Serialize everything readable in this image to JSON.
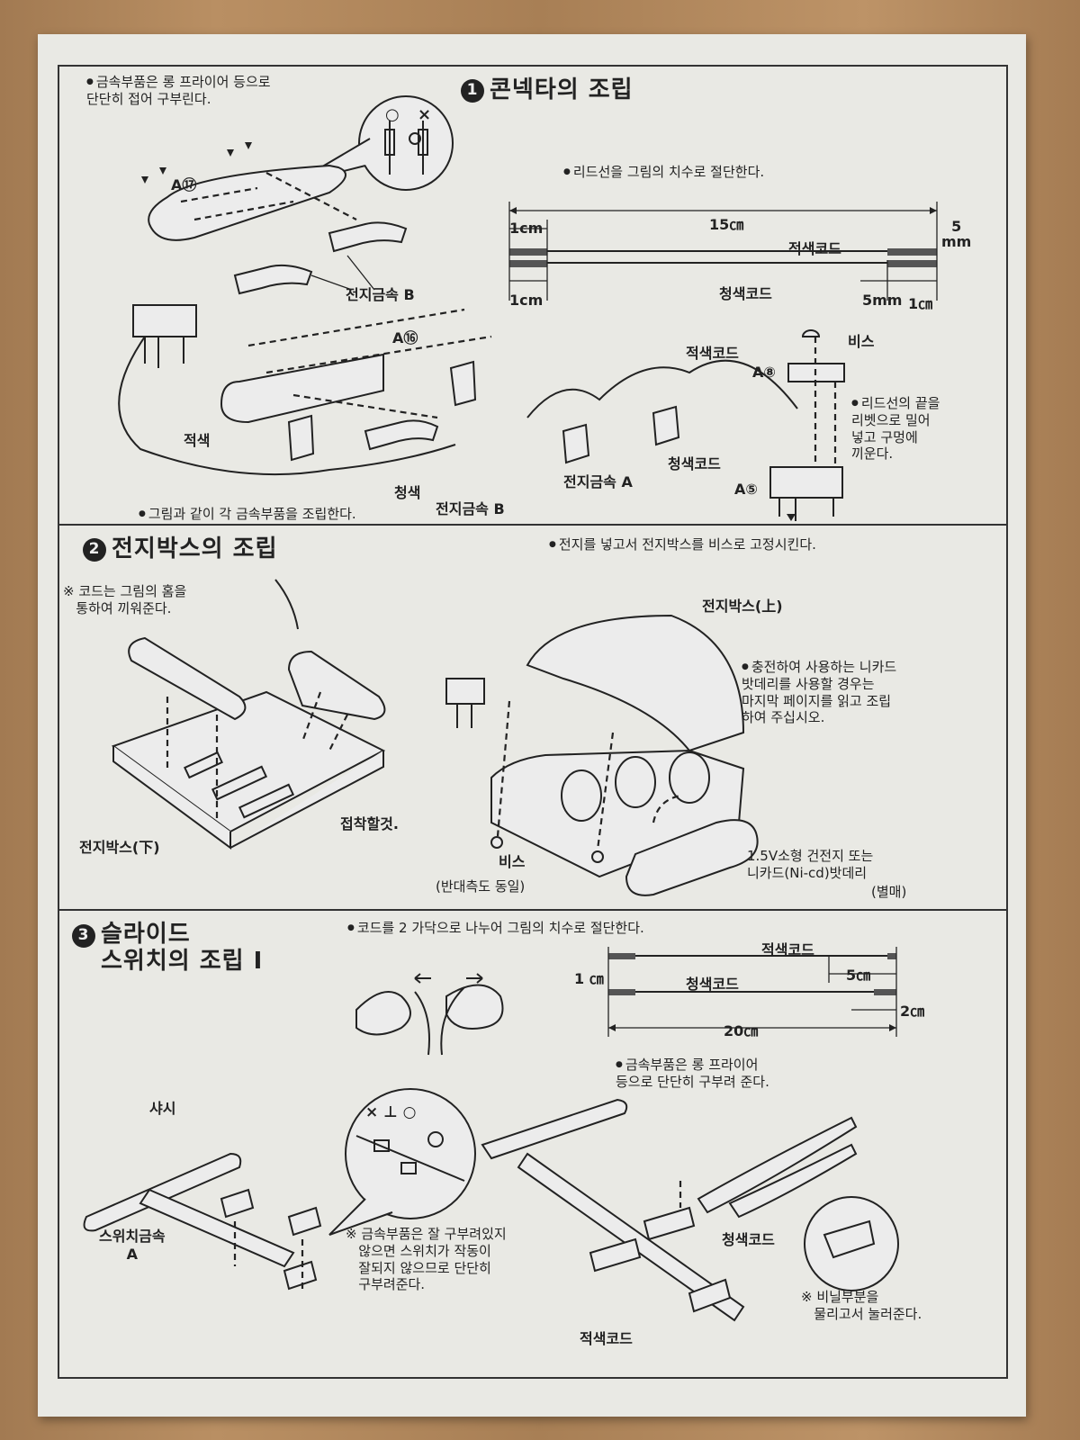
{
  "section1": {
    "number": "1",
    "title": "콘넥타의 조립",
    "note_bend": "금속부품은 롱 프라이어 등으로\n단단히 접어 구부린다.",
    "ok_mark": "○",
    "ng_mark": "×",
    "label_a17": "A⑰",
    "label_terminal_b_top": "전지금속 B",
    "note_cut": "리드선을 그림의 치수로 절단한다.",
    "dim_15cm": "15㎝",
    "dim_1cm_top": "1cm",
    "dim_5mm_top": "5\nmm",
    "label_red_cord_dim": "적색코드",
    "label_blue_cord_dim": "청색코드",
    "dim_1cm_bottom": "1cm",
    "dim_5mm_bottom": "5mm",
    "dim_1cm_right": "1㎝",
    "label_a16": "A⑯",
    "label_red": "적색",
    "label_blue": "청색",
    "label_terminal_b_bottom": "전지금속 B",
    "note_assemble": "그림과 같이 각 금속부품을 조립한다.",
    "label_red_cord_conn": "적색코드",
    "label_screw": "비스",
    "label_a8": "A⑧",
    "note_rivet": "리드선의 끝을\n리벳으로 밀어\n넣고 구멍에\n끼운다.",
    "label_blue_cord_conn": "청색코드",
    "label_terminal_a": "전지금속 A",
    "label_a5": "A⑤"
  },
  "section2": {
    "number": "2",
    "title": "전지박스의 조립",
    "note_screw": "전지를 넣고서 전지박스를 비스로 고정시킨다.",
    "note_groove": "※ 코드는 그림의 홈을\n   통하여 끼워준다.",
    "label_box_top": "전지박스(上)",
    "note_nicad": "충전하여 사용하는 니카드\n밧데리를 사용할 경우는\n마지막 페이지를 읽고 조립\n하여 주십시오.",
    "label_glue": "접착할것.",
    "label_box_bottom": "전지박스(下)",
    "label_screw": "비스",
    "label_opposite": "(반대측도 동일)",
    "label_battery": "1.5V소형 건전지 또는\n니카드(Ni-cd)밧데리",
    "label_sold_separately": "(별매)"
  },
  "section3": {
    "number": "3",
    "title": "슬라이드\n스위치의 조립 I",
    "note_cut_cord": "코드를 2 가닥으로 나누어 그림의 치수로 절단한다.",
    "label_red_cord_dim": "적색코드",
    "label_blue_cord_dim": "청색코드",
    "dim_1cm": "1 ㎝",
    "dim_5cm": "5㎝",
    "dim_2cm": "2㎝",
    "dim_20cm": "20㎝",
    "note_pliers": "금속부품은 롱 프라이어\n등으로 단단히 구부려 준다.",
    "label_chassis": "샤시",
    "marks": "×  ⊥  ○",
    "label_switch_metal": "스위치금속\nA",
    "note_bend_warning": "※ 금속부품은 잘 구부려있지\n   않으면 스위치가 작동이\n   잘되지 않으므로 단단히\n   구부려준다.",
    "label_blue_cord": "청색코드",
    "note_vinyl": "※ 비닐부분을\n   물리고서 눌러준다.",
    "label_red_cord": "적색코드"
  }
}
